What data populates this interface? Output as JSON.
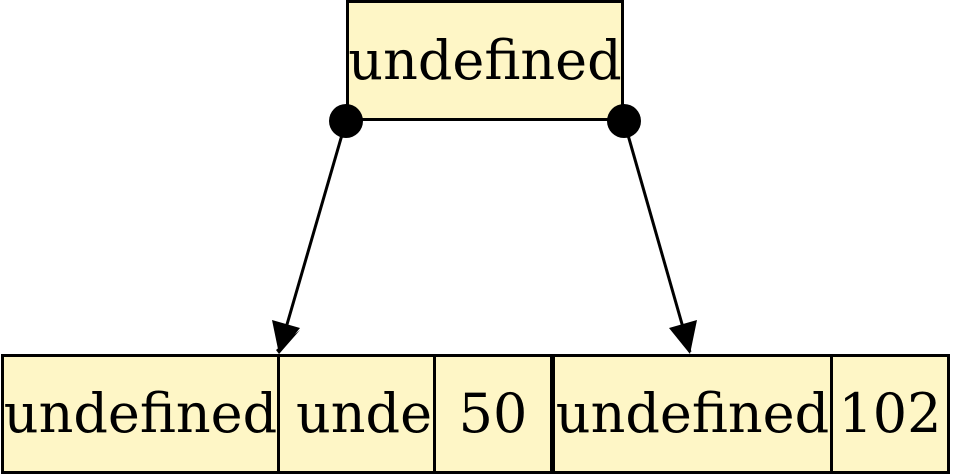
{
  "tree": {
    "root": {
      "label": "undefined"
    },
    "children": [
      {
        "label": "undefined"
      },
      {
        "label": "undefined"
      },
      {
        "label": "50"
      },
      {
        "label": "undefined"
      },
      {
        "label": "102"
      }
    ]
  },
  "colors": {
    "node_fill": "#fef6c6",
    "stroke": "#000000"
  }
}
